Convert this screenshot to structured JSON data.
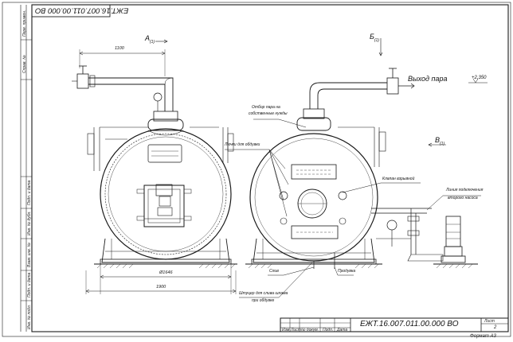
{
  "stamp": "ЕЖТ.16.007.011.00.000 ВО",
  "views": {
    "a": "А",
    "a_sub": "(1)",
    "b": "Б",
    "b_sub": "(1)",
    "v": "В",
    "v_sub": "(1)"
  },
  "dims": {
    "top_width": "1100",
    "bottom_width": "1900",
    "diameter": "Ø1646",
    "elevation": "+2,350"
  },
  "callouts": {
    "steam_out": "Выход пара",
    "steam_takeoff_1": "Отбор пара на",
    "steam_takeoff_2": "собственные нужды",
    "blow_hatches": "Лючки для обдувки",
    "explosion_valve": "Клапан взрывной",
    "feed_line_1": "Линия подключения",
    "feed_line_2": "второго насоса",
    "drain_1": "Штуцер для слива шлама",
    "drain_2": "при обдувке",
    "drain_short": "Слив",
    "blowdown": "Продувка"
  },
  "side_labels": [
    "Перв. примен.",
    "Справ. №",
    "Подп. и дата",
    "Инв. № дубл.",
    "Взам. инв. №",
    "Подп. и дата",
    "Инв. № подл."
  ],
  "title_block": {
    "designation": "ЕЖТ.16.007.011.00.000 ВО",
    "headers": [
      "Изм",
      "Лист",
      "№ докум.",
      "Подп.",
      "Дата"
    ],
    "sheet_label": "Лист",
    "sheet_number": "2",
    "format": "Формат А3"
  }
}
